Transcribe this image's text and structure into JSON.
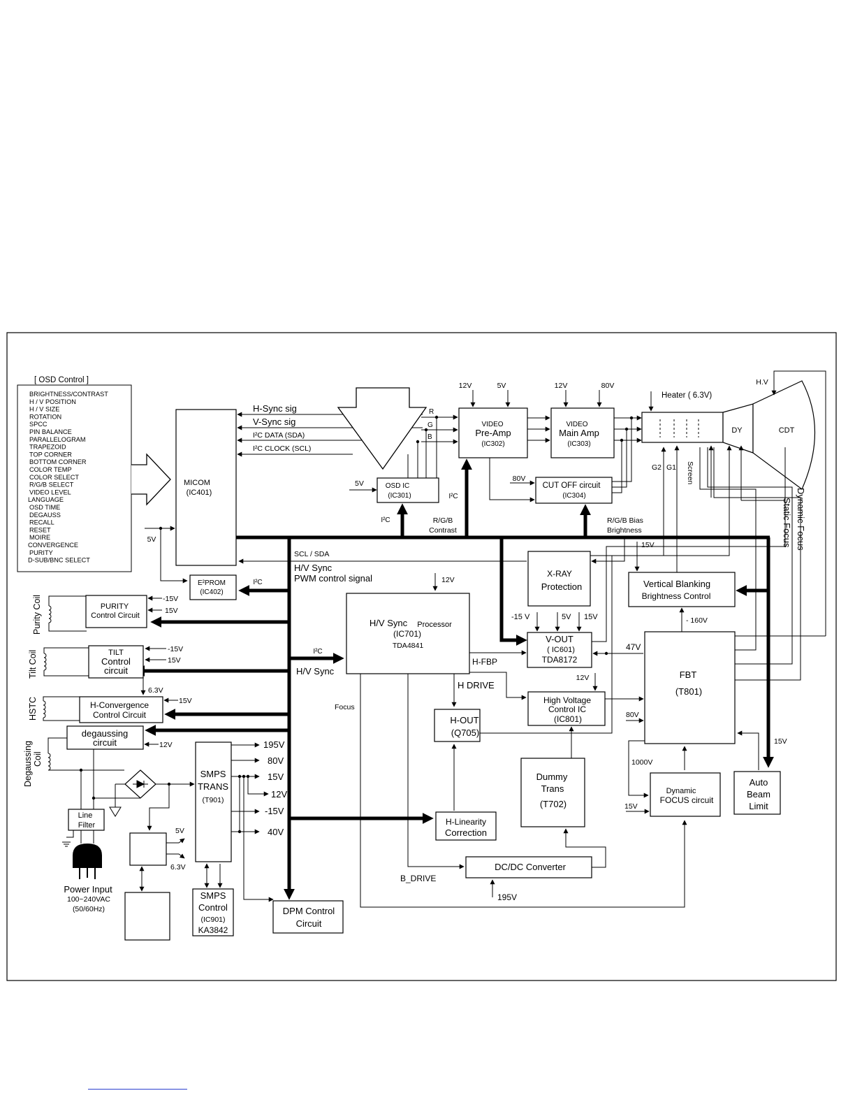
{
  "osd": {
    "title": "[ OSD Control ]",
    "items": [
      "BRIGHTNESS/CONTRAST",
      "H / V POSITION",
      "H / V SIZE",
      "ROTATION",
      "SPCC",
      "PIN BALANCE",
      "PARALLELOGRAM",
      "TRAPEZOID",
      "TOP CORNER",
      "BOTTOM CORNER",
      "COLOR TEMP",
      "COLOR SELECT",
      "R/G/B SELECT",
      "VIDEO LEVEL",
      "LANGUAGE",
      "OSD TIME",
      "DEGAUSS",
      "RECALL",
      "RESET",
      "MOIRE",
      "CONVERGENCE",
      "PURITY",
      "D-SUB/BNC SELECT"
    ]
  },
  "blocks": {
    "micom": [
      "MICOM",
      "(IC401)"
    ],
    "eeprom": [
      "E²PROM",
      "(IC402)"
    ],
    "purity": [
      "PURITY",
      "Control Circuit"
    ],
    "tilt": [
      "TILT",
      "Control",
      "circuit"
    ],
    "hconv": [
      "H-Convergence",
      "Control Circuit"
    ],
    "degauss": [
      "degaussing",
      "circuit"
    ],
    "line_filter": [
      "Line",
      "Filter"
    ],
    "smps_trans": [
      "SMPS",
      "TRANS",
      "(T901)"
    ],
    "smps_ctrl": [
      "SMPS",
      "Control",
      "(IC901)",
      "KA3842"
    ],
    "dpm": [
      "DPM Control",
      "Circuit"
    ],
    "hv_sync": [
      "H/V Sync",
      "Processor",
      "(IC701)",
      "TDA4841"
    ],
    "osd_ic": [
      "OSD IC",
      "(IC301)"
    ],
    "preamp": [
      "VIDEO",
      "Pre-Amp",
      "(IC302)"
    ],
    "mainamp": [
      "VIDEO",
      "Main Amp",
      "(IC303)"
    ],
    "cutoff": [
      "CUT OFF circuit",
      "(IC304)"
    ],
    "xray": [
      "X-RAY",
      "Protection"
    ],
    "vout": [
      "V-OUT",
      "( IC601)",
      "TDA8172"
    ],
    "vblank": [
      "Vertical Blanking",
      "Brightness Control"
    ],
    "fbt": [
      "FBT",
      "(T801)"
    ],
    "hvctrl": [
      "High Voltage",
      "Control IC",
      "(IC801)"
    ],
    "hout": [
      "H-OUT",
      "(Q705)"
    ],
    "hlin": [
      "H-Linearity",
      "Correction"
    ],
    "dummy": [
      "Dummy",
      "Trans",
      "(T702)"
    ],
    "dcdc": [
      "DC/DC Converter"
    ],
    "dynfocus": [
      "Dynamic",
      "FOCUS circuit"
    ],
    "abl": [
      "Auto",
      "Beam",
      "Limit"
    ],
    "dy": "DY",
    "cdt": "CDT"
  },
  "labels": {
    "hsync_sig": "H-Sync sig",
    "vsync_sig": "V-Sync sig",
    "i2c_data": "I²C DATA (SDA)",
    "i2c_clock": "I²C CLOCK (SCL)",
    "r": "R",
    "g": "G",
    "b": "B",
    "i2c": "I²C",
    "rgb_contrast": [
      "R/G/B",
      "Contrast"
    ],
    "rgb_bias": [
      "R/G/B Bias",
      "Brightness"
    ],
    "scl_sda": "SCL / SDA",
    "hv_sync_pwm": [
      "H/V Sync",
      "PWM control signal"
    ],
    "hv_sync": "H/V Sync",
    "focus": "Focus",
    "h_fbp": "H-FBP",
    "h_drive": "H DRIVE",
    "b_drive": "B_DRIVE",
    "heater": "Heater ( 6.3V)",
    "hv": "H.V",
    "g2": "G2",
    "g1": "G1",
    "screen": "Screen",
    "dynamic_focus": "Dynamic Focus",
    "static_focus": "Static Focus",
    "purity_coil": "Purity Coil",
    "tilt_coil": "Tilt Coil",
    "hstc": "HSTC",
    "degaussing_coil": [
      "Degaussing",
      "Coil"
    ],
    "power_input": [
      "Power Input",
      "100~240VAC",
      "(50/60Hz)"
    ]
  },
  "voltages": {
    "v12": "12V",
    "v5": "5V",
    "v80": "80V",
    "v15": "15V",
    "vm15": "-15V",
    "v6_3": "6.3V",
    "v195": "195V",
    "v40": "40V",
    "vm160": "- 160V",
    "v47": "47V",
    "v1000": "1000V",
    "vm15b": "-15 V",
    "v5b": "5V",
    "v15b": "15V"
  }
}
